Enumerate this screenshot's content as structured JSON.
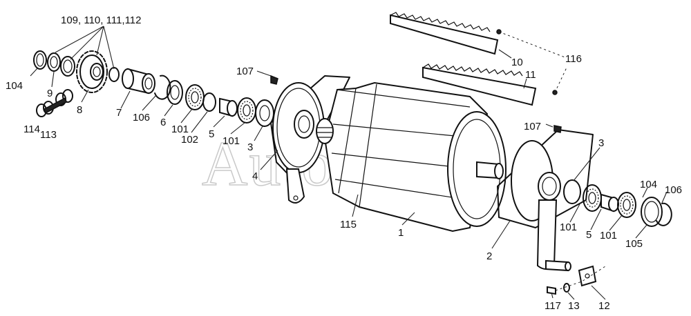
{
  "watermark": "AutoSoft",
  "callouts": [
    {
      "id": "c-109",
      "text": "109, 110, 111,112"
    },
    {
      "id": "c-104a",
      "text": "104"
    },
    {
      "id": "c-9",
      "text": "9"
    },
    {
      "id": "c-8",
      "text": "8"
    },
    {
      "id": "c-7",
      "text": "7"
    },
    {
      "id": "c-106a",
      "text": "106"
    },
    {
      "id": "c-6",
      "text": "6"
    },
    {
      "id": "c-101a",
      "text": "101"
    },
    {
      "id": "c-102",
      "text": "102"
    },
    {
      "id": "c-5a",
      "text": "5"
    },
    {
      "id": "c-101b",
      "text": "101"
    },
    {
      "id": "c-3a",
      "text": "3"
    },
    {
      "id": "c-4",
      "text": "4"
    },
    {
      "id": "c-114",
      "text": "114"
    },
    {
      "id": "c-113",
      "text": "113"
    },
    {
      "id": "c-107a",
      "text": "107"
    },
    {
      "id": "c-115",
      "text": "115"
    },
    {
      "id": "c-1",
      "text": "1"
    },
    {
      "id": "c-10",
      "text": "10"
    },
    {
      "id": "c-11",
      "text": "11"
    },
    {
      "id": "c-116",
      "text": "116"
    },
    {
      "id": "c-107b",
      "text": "107"
    },
    {
      "id": "c-3b",
      "text": "3"
    },
    {
      "id": "c-104b",
      "text": "104"
    },
    {
      "id": "c-106b",
      "text": "106"
    },
    {
      "id": "c-101c",
      "text": "101"
    },
    {
      "id": "c-5b",
      "text": "5"
    },
    {
      "id": "c-101d",
      "text": "101"
    },
    {
      "id": "c-105",
      "text": "105"
    },
    {
      "id": "c-2",
      "text": "2"
    },
    {
      "id": "c-117",
      "text": "117"
    },
    {
      "id": "c-13",
      "text": "13"
    },
    {
      "id": "c-12",
      "text": "12"
    }
  ]
}
